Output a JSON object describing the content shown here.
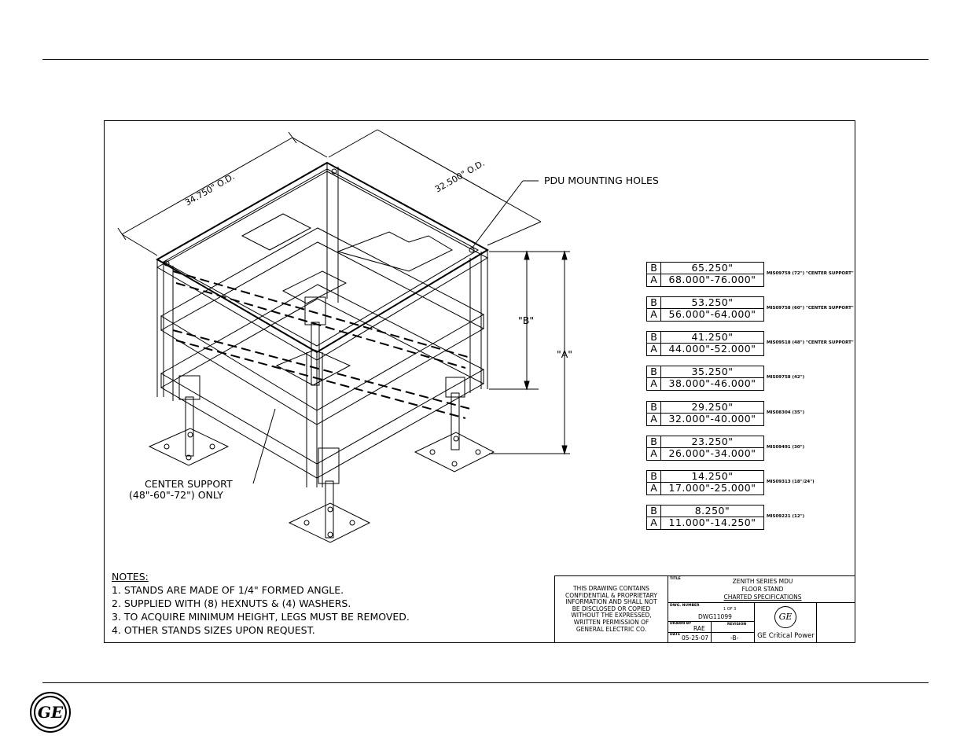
{
  "dimensions": {
    "width_od": "34.750\" O.D.",
    "depth_od": "32.500\" O.D.",
    "b_label": "\"B\"",
    "a_label": "\"A\""
  },
  "callouts": {
    "pdu_holes": "PDU MOUNTING HOLES",
    "center_support_1": "CENTER SUPPORT",
    "center_support_2": "(48\"-60\"-72\") ONLY"
  },
  "spec_table": [
    {
      "b": "65.250\"",
      "a": "68.000\"-76.000\"",
      "part": "MIS09759 (72\") \"CENTER SUPPORT\""
    },
    {
      "b": "53.250\"",
      "a": "56.000\"-64.000\"",
      "part": "MIS09758 (60\") \"CENTER SUPPORT\""
    },
    {
      "b": "41.250\"",
      "a": "44.000\"-52.000\"",
      "part": "MIS09518 (48\") \"CENTER SUPPORT\""
    },
    {
      "b": "35.250\"",
      "a": "38.000\"-46.000\"",
      "part": "MIS09758 (42\")"
    },
    {
      "b": "29.250\"",
      "a": "32.000\"-40.000\"",
      "part": "MIS08304 (35\")"
    },
    {
      "b": "23.250\"",
      "a": "26.000\"-34.000\"",
      "part": "MIS09491 (30\")"
    },
    {
      "b": "14.250\"",
      "a": "17.000\"-25.000\"",
      "part": "MIS09313 (18\"/24\")"
    },
    {
      "b": "8.250\"",
      "a": "11.000\"-14.250\"",
      "part": "MIS09221 (12\")"
    }
  ],
  "row_letters": {
    "b": "B",
    "a": "A"
  },
  "notes": {
    "heading": "NOTES:",
    "items": [
      "1. STANDS ARE MADE OF 1/4\" FORMED ANGLE.",
      "2. SUPPLIED WITH (8) HEXNUTS & (4) WASHERS.",
      "3. TO ACQUIRE MINIMUM HEIGHT, LEGS MUST BE REMOVED.",
      "4. OTHER STANDS SIZES UPON REQUEST."
    ]
  },
  "title_block": {
    "confidential": [
      "THIS DRAWING CONTAINS",
      "CONFIDENTIAL & PROPRIETARY",
      "INFORMATION AND SHALL NOT",
      "BE DISCLOSED OR COPIED",
      "WITHOUT THE EXPRESSED,",
      "WRITTEN PERMISSION OF",
      "GENERAL ELECTRIC CO."
    ],
    "title_label": "TITLE",
    "title_lines": [
      "ZENITH SERIES MDU",
      "FLOOR STAND",
      "CHARTED SPECIFICATIONS"
    ],
    "dwg_label": "DWG. NUMBER",
    "sheet": "1 OF 3",
    "dwg_number": "DWG11099",
    "drawn_label": "DRAWN BY",
    "drawn_by": "RAE",
    "revision_label": "REVISION",
    "date_label": "DATE",
    "date": "05-25-07",
    "revision": "-B-",
    "company": "GE Critical Power",
    "logo_text": "GE"
  },
  "footer_logo": "GE"
}
